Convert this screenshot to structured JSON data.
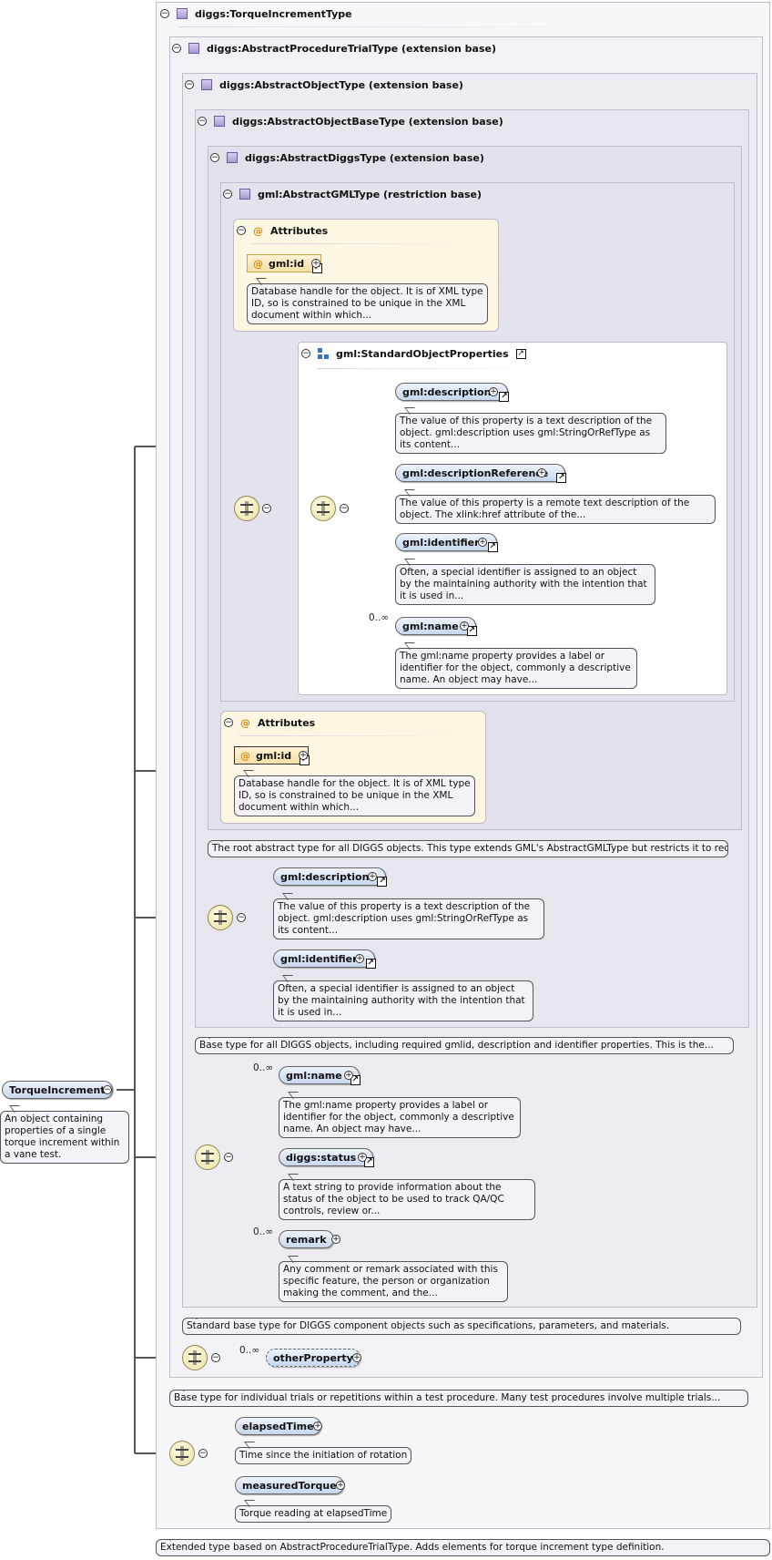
{
  "root": {
    "name": "diggs:TorqueIncrementType",
    "annotation": "Extended type based on AbstractProcedureTrialType. Adds elements for torque increment type definition."
  },
  "types": {
    "procedure_trial": {
      "name": "diggs:AbstractProcedureTrialType (extension base)",
      "annotation": "Base type for individual trials or repetitions within a test procedure. Many test procedures involve multiple trials..."
    },
    "object": {
      "name": "diggs:AbstractObjectType (extension base)",
      "annotation": "Standard base type for DIGGS component objects such as specifications, parameters, and materials."
    },
    "object_base": {
      "name": "diggs:AbstractObjectBaseType (extension base)",
      "annotation": "Base type for all DIGGS objects, including required gmlid, description and identifier properties. This is the..."
    },
    "diggs": {
      "name": "diggs:AbstractDiggsType (extension base)",
      "annotation": "The root abstract type for all DIGGS objects. This type extends GML's AbstractGMLType but restricts it to require a..."
    },
    "gml": {
      "name": "gml:AbstractGMLType (restriction base)"
    }
  },
  "attributes_1": {
    "title": "Attributes",
    "attr": "gml:id",
    "annotation": "Database handle for the object. It is of XML type ID, so is constrained to be unique in the XML document within which..."
  },
  "attributes_2": {
    "title": "Attributes",
    "attr": "gml:id",
    "annotation": "Database handle for the object. It is of XML type ID, so is constrained to be unique in the XML document within which..."
  },
  "std_props": {
    "title": "gml:StandardObjectProperties",
    "items": [
      {
        "name": "gml:description",
        "annotation": "The value of this property is a text description of the object. gml:description uses gml:StringOrRefType as its content..."
      },
      {
        "name": "gml:descriptionReference",
        "annotation": "The value of this property is a remote text description of the object. The xlink:href attribute of the..."
      },
      {
        "name": "gml:identifier",
        "annotation": "Often, a special identifier is assigned to an object by the maintaining authority with the intention that it is used in..."
      },
      {
        "name": "gml:name",
        "occurs": "0..∞",
        "annotation": "The gml:name property provides a label or identifier for the object, commonly a descriptive name. An object may have..."
      }
    ]
  },
  "base_seq": {
    "items": [
      {
        "name": "gml:description",
        "annotation": "The value of this property is a text description of the object. gml:description uses gml:StringOrRefType as its content..."
      },
      {
        "name": "gml:identifier",
        "annotation": "Often, a special identifier is assigned to an object by the maintaining authority with the intention that it is used in..."
      }
    ]
  },
  "object_seq": {
    "items": [
      {
        "name": "gml:name",
        "occurs": "0..∞",
        "annotation": "The gml:name property provides a label or identifier for the object, commonly a descriptive name. An object may have..."
      },
      {
        "name": "diggs:status",
        "annotation": "A text string to provide information about the status of the object to be used to track QA/QC controls, review or..."
      },
      {
        "name": "remark",
        "occurs": "0..∞",
        "annotation": "Any comment or remark associated with this specific feature, the person or organization making the comment, and the..."
      }
    ]
  },
  "trial_seq": {
    "name": "otherProperty",
    "occurs": "0..∞"
  },
  "torque_seq": {
    "items": [
      {
        "name": "elapsedTime",
        "annotation": "Time since the initiation of rotation"
      },
      {
        "name": "measuredTorque",
        "annotation": "Torque reading at elapsedTime"
      }
    ]
  },
  "element": {
    "name": "TorqueIncrement",
    "annotation": "An object containing properties of a single torque increment within a vane test."
  },
  "icons": {
    "collapse": "minus-circle",
    "expand": "plus-circle",
    "reference": "arrow-link",
    "type": "complex-type-square",
    "sequence": "sequence-compositor",
    "group": "model-group",
    "attribute": "at-sign"
  },
  "colors": {
    "element_fill": "#c8d7ee",
    "attribute_fill": "#fdf6e3",
    "sequence_fill": "#e9e0a4",
    "attribute_symbol": "#e08a00"
  }
}
